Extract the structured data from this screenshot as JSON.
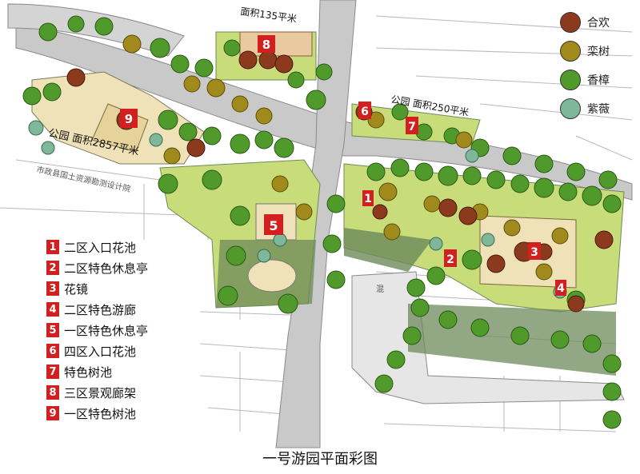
{
  "tree_legend": [
    {
      "label": "合欢",
      "color": "#8c3a1e"
    },
    {
      "label": "栾树",
      "color": "#a08a1c"
    },
    {
      "label": "香樟",
      "color": "#4f9a2a"
    },
    {
      "label": "紫薇",
      "color": "#7fb79a"
    }
  ],
  "feature_legend": [
    {
      "num": "1",
      "label": "二区入口花池"
    },
    {
      "num": "2",
      "label": "二区特色休息亭"
    },
    {
      "num": "3",
      "label": "花镜"
    },
    {
      "num": "4",
      "label": "二区特色游廊"
    },
    {
      "num": "5",
      "label": "一区特色休息亭"
    },
    {
      "num": "6",
      "label": "四区入口花池"
    },
    {
      "num": "7",
      "label": "特色树池"
    },
    {
      "num": "8",
      "label": "三区景观廊架"
    },
    {
      "num": "9",
      "label": "一区特色树池"
    }
  ],
  "map_labels": {
    "area_park1": "公园 面积2857平米",
    "area_park3": "面积135平米",
    "area_park4": "公园 面积250平米",
    "institute": "市政县国土资源勘测设计院",
    "road_mark": "混"
  },
  "caption": "一号游园平面彩图",
  "colors": {
    "road": "#c9c9c9",
    "lawn": "#c8dc7a",
    "paving": "#f0e2b8",
    "hedge": "#6d8a5a",
    "marker": "#d21f1f"
  }
}
